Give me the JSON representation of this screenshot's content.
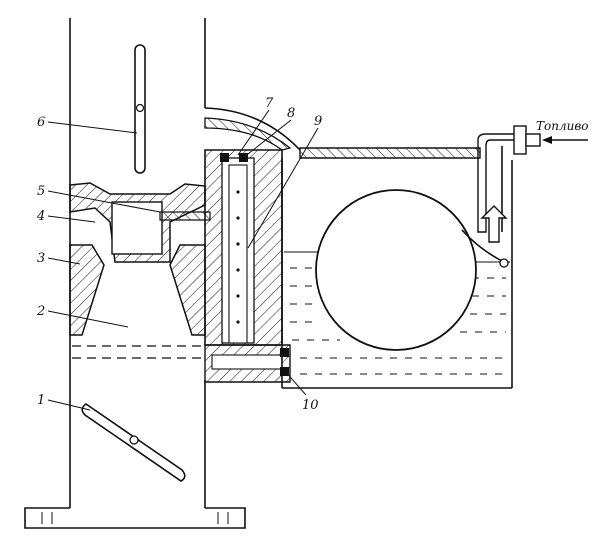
{
  "diagram": {
    "parts": [
      {
        "id": "1",
        "label": "1"
      },
      {
        "id": "2",
        "label": "2"
      },
      {
        "id": "3",
        "label": "3"
      },
      {
        "id": "4",
        "label": "4"
      },
      {
        "id": "5",
        "label": "5"
      },
      {
        "id": "6",
        "label": "6"
      },
      {
        "id": "7",
        "label": "7"
      },
      {
        "id": "8",
        "label": "8"
      },
      {
        "id": "9",
        "label": "9"
      },
      {
        "id": "10",
        "label": "10"
      }
    ],
    "fuel_inlet_label": "Топливо"
  }
}
